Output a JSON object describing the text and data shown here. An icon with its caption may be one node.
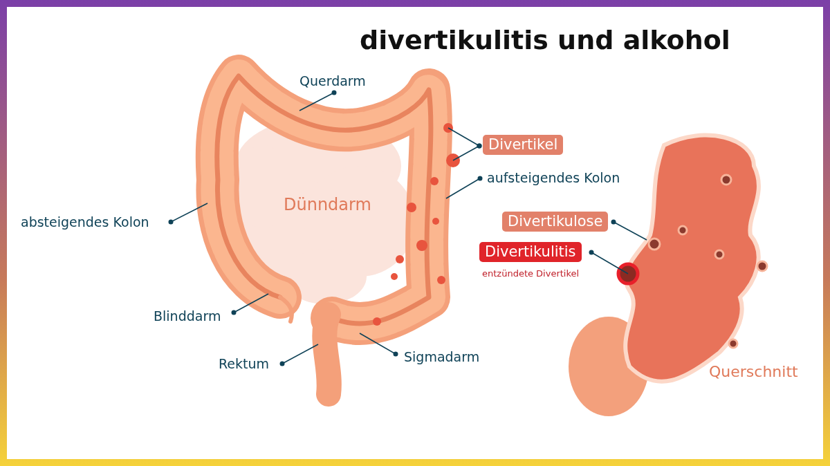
{
  "diagram": {
    "title": "divertikulitis und alkohol",
    "nodes": [
      {
        "text": [
          "Querdarm"
        ]
      },
      {
        "text": [
          "Divertikel"
        ]
      },
      {
        "text": [
          "aufsteigendes Kolon"
        ]
      },
      {
        "text": [
          "absteigendes Kolon"
        ]
      },
      {
        "text": [
          "Blinddarm"
        ]
      },
      {
        "text": [
          "Rektum"
        ]
      },
      {
        "text": [
          "Sigmadarm"
        ]
      },
      {
        "text": [
          "Divertikulose"
        ]
      },
      {
        "text": [
          "Divertikulitis"
        ],
        "beside": [
          "entzündete Divertikel"
        ]
      }
    ],
    "edges": [
      {
        "from": 0,
        "to": null,
        "arrow": "other"
      },
      {
        "from": 1,
        "to": null,
        "arrow": "other"
      },
      {
        "from": 1,
        "to": null,
        "arrow": "other"
      },
      {
        "from": 2,
        "to": null,
        "arrow": "other"
      },
      {
        "from": 3,
        "to": null,
        "arrow": "other"
      },
      {
        "from": 4,
        "to": null,
        "arrow": "other"
      },
      {
        "from": 5,
        "to": null,
        "arrow": "other"
      },
      {
        "from": 6,
        "to": null,
        "arrow": "other"
      },
      {
        "from": 7,
        "to": null,
        "arrow": "other"
      },
      {
        "from": 8,
        "to": null,
        "arrow": "other"
      }
    ],
    "labels": [
      "Dünndarm",
      "Querschnitt"
    ]
  }
}
